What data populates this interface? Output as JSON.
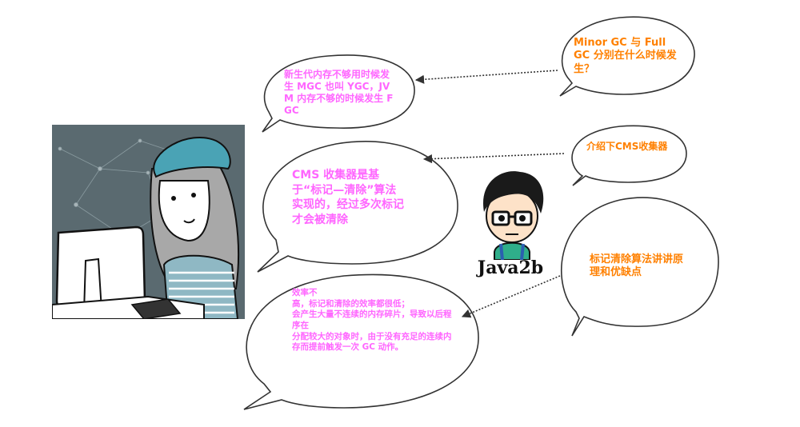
{
  "colors": {
    "answer_text": "#ff66ff",
    "question_text": "#ff8000",
    "bubble_stroke": "#333333",
    "panel_bg": "#5a6a70",
    "hat": "#4aa3b5"
  },
  "characters": {
    "girl": {
      "icon": "girl-at-computer-illustration"
    },
    "boy": {
      "icon": "boy-with-glasses-avatar",
      "label": "Java2b"
    }
  },
  "questions": [
    {
      "id": "q1",
      "text": "Minor GC 与 Full GC 分别在什么时候发生？"
    },
    {
      "id": "q2",
      "text": "介绍下CMS收集器"
    },
    {
      "id": "q3",
      "text": "标记清除算法讲讲原理和优缺点"
    }
  ],
  "answers": [
    {
      "id": "a1",
      "text": "新生代内存不够用时候发生 MGC 也叫 YGC，JVM 内存不够的时候发生 FGC"
    },
    {
      "id": "a2",
      "text": "CMS 收集器是基于“标记—清除”算法实现的，经过多次标记才会被清除"
    },
    {
      "id": "a3",
      "text": "效率不\n高，标记和清除的效率都很低；\n会产生大量不连续的内存碎片，导致以后程序在\n分配较大的对象时，由于没有充足的连续内存而提前触发一次 GC 动作。"
    }
  ]
}
